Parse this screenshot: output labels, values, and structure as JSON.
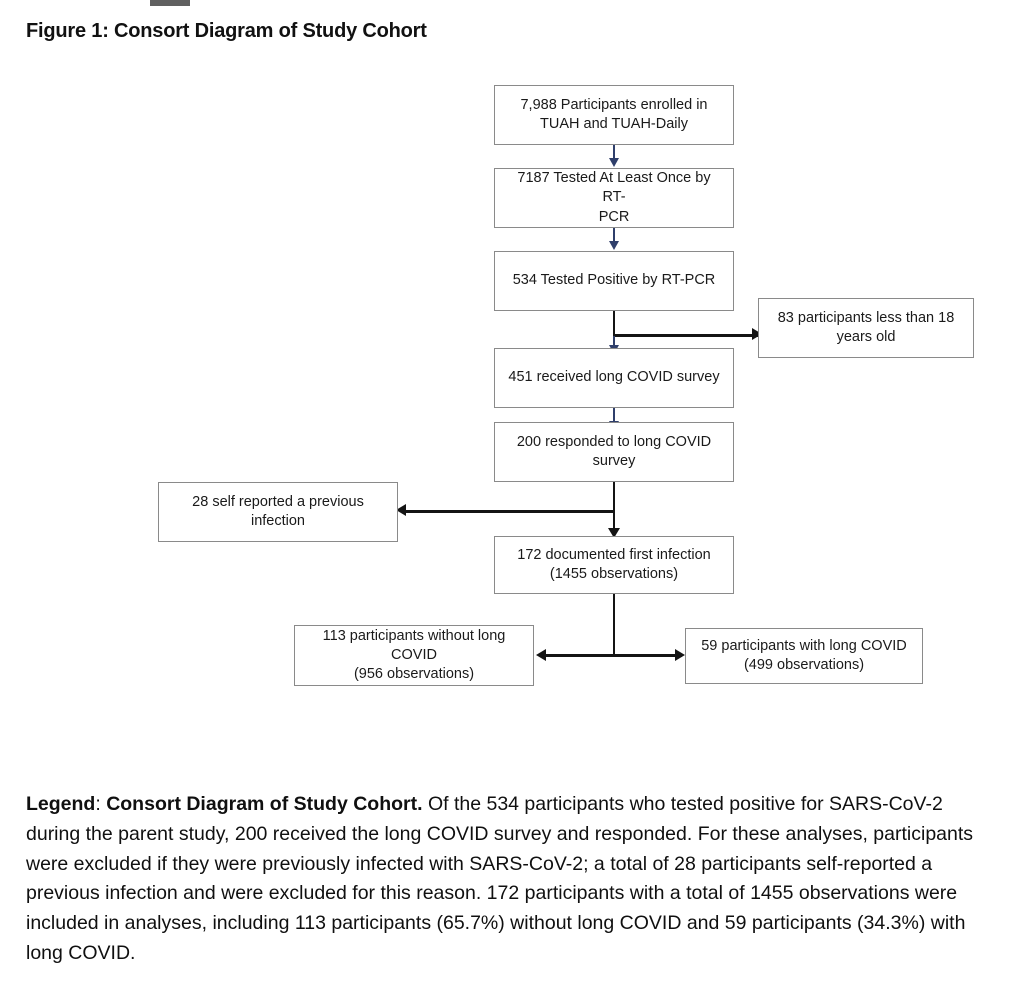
{
  "figure": {
    "title": "Figure 1: Consort Diagram of Study Cohort"
  },
  "colors": {
    "box_border": "#8a8a8a",
    "arrow_blue": "#2f3f6b",
    "arrow_black": "#141414",
    "background": "#ffffff",
    "text": "#1a1a1a"
  },
  "diagram": {
    "nodes": {
      "enrolled": {
        "line1": "7,988 Participants enrolled in",
        "line2": "TUAH and TUAH-Daily"
      },
      "tested_once": {
        "line1": "7187 Tested At Least Once by RT-",
        "line2": "PCR"
      },
      "tested_positive": {
        "line1": "534 Tested Positive by RT-PCR"
      },
      "under_18": {
        "line1": "83 participants less than 18",
        "line2": "years old"
      },
      "received_survey": {
        "line1": "451 received long COVID survey"
      },
      "responded_survey": {
        "line1": "200 responded to long COVID",
        "line2": "survey"
      },
      "self_reported": {
        "line1": "28 self reported a previous",
        "line2": "infection"
      },
      "first_infection": {
        "line1": "172 documented first infection",
        "line2": "(1455 observations)"
      },
      "without_long_covid": {
        "line1": "113 participants without long",
        "line2": "COVID",
        "line3": "(956 observations)"
      },
      "with_long_covid": {
        "line1": "59 participants with long COVID",
        "line2": "(499 observations)"
      }
    }
  },
  "legend": {
    "label": "Legend",
    "separator": ": ",
    "bold_title": "Consort Diagram of Study Cohort.",
    "body": " Of the 534 participants who tested positive for SARS-CoV-2 during the parent study, 200 received the long COVID survey and responded. For these analyses, participants were excluded if they were previously infected with SARS-CoV-2; a total of 28 participants self-reported a previous infection and were excluded for this reason. 172 participants with a total of 1455 observations were included in analyses, including 113 participants (65.7%) without long COVID and 59 participants (34.3%) with long COVID."
  }
}
